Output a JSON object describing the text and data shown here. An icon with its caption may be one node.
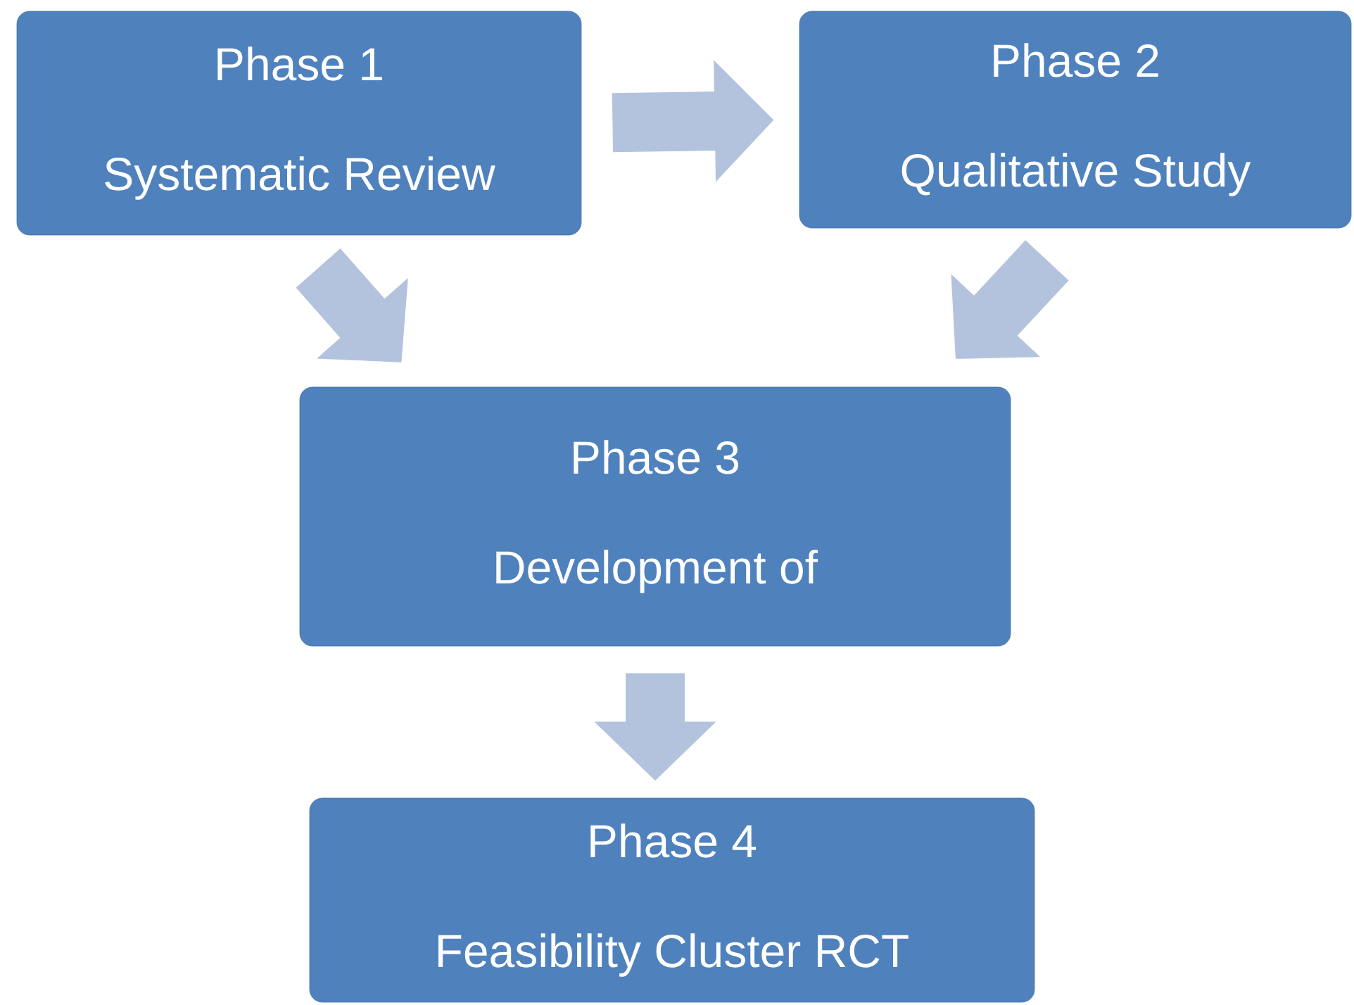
{
  "diagram": {
    "nodes": [
      {
        "text": [
          "Phase 1",
          "Systematic Review"
        ]
      },
      {
        "text": [
          "Phase 2",
          "Qualitative Study"
        ]
      },
      {
        "text": [
          "Phase 3",
          "Development of"
        ]
      },
      {
        "text": [
          "Phase 4",
          "Feasibility Cluster RCT"
        ]
      }
    ],
    "edges": [
      {
        "from": 0,
        "to": 1,
        "arrow": "to"
      },
      {
        "from": 0,
        "to": 2,
        "arrow": "to"
      },
      {
        "from": 1,
        "to": 2,
        "arrow": "to"
      },
      {
        "from": 2,
        "to": 3,
        "arrow": "to"
      }
    ]
  }
}
